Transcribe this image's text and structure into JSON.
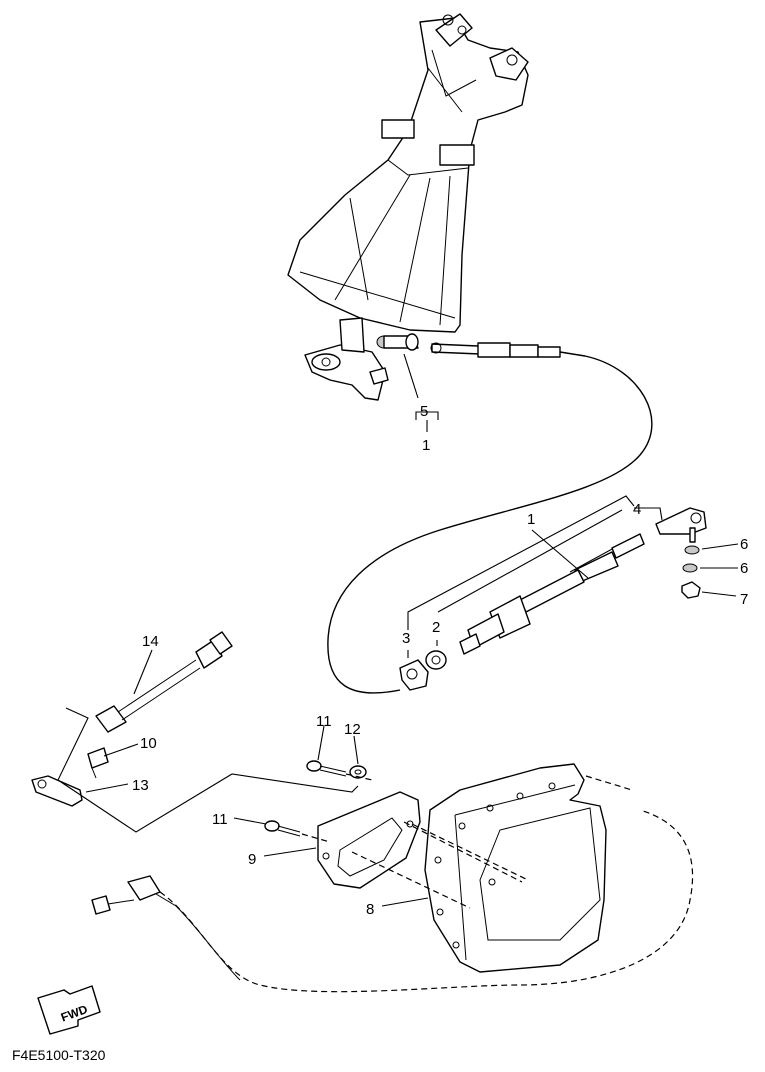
{
  "callouts": {
    "c1_top": "1",
    "c5": "5",
    "c1_right": "1",
    "c4": "4",
    "c6a": "6",
    "c6b": "6",
    "c7": "7",
    "c3": "3",
    "c2": "2",
    "c14": "14",
    "c10": "10",
    "c13": "13",
    "c11a": "11",
    "c12": "12",
    "c11b": "11",
    "c9": "9",
    "c8": "8"
  },
  "direction_badge": "FWD",
  "drawing_code": "F4E5100-T320"
}
